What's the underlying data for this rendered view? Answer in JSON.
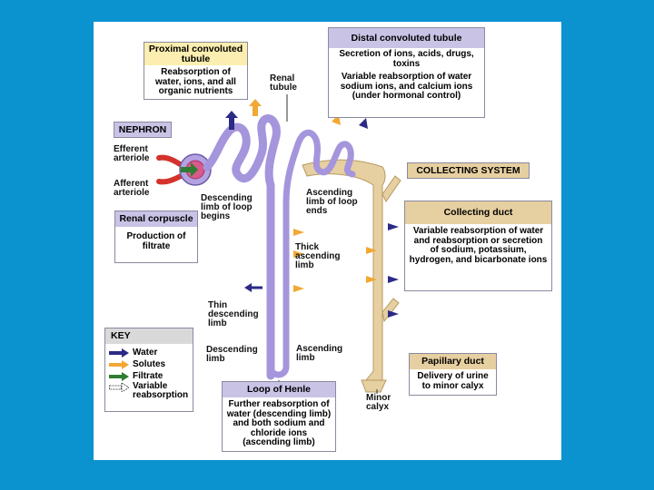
{
  "colors": {
    "background": "#0b93cf",
    "water": "#2b2a86",
    "solutes": "#f2a833",
    "filtrate": "#2e7d32",
    "tubule": "#a595dc",
    "collecting": "#e6cfa0",
    "red": "#d4322c"
  },
  "boxes": {
    "proximal": {
      "title": "Proximal convoluted tubule",
      "body": "Reabsorption of water, ions, and all organic nutrients"
    },
    "distal": {
      "title": "Distal convoluted tubule",
      "body1": "Secretion of ions, acids, drugs, toxins",
      "body2": "Variable reabsorption of water sodium ions, and calcium ions (under hormonal control)"
    },
    "nephron": {
      "title": "NEPHRON"
    },
    "collecting_system": {
      "title": "COLLECTING SYSTEM"
    },
    "collecting_duct": {
      "title": "Collecting duct",
      "body": "Variable reabsorption of water and reabsorption or secretion of sodium, potassium, hydrogen, and bicarbonate ions"
    },
    "renal_corpuscle": {
      "title": "Renal corpuscle",
      "body": "Production of filtrate"
    },
    "papillary_duct": {
      "title": "Papillary duct",
      "body": "Delivery of urine to minor calyx"
    },
    "loop_of_henle": {
      "title": "Loop of Henle",
      "body": "Further reabsorption of water (descending limb) and both sodium and chloride ions (ascending limb)"
    }
  },
  "labels": {
    "renal_tubule": "Renal tubule",
    "efferent": "Efferent arteriole",
    "afferent": "Afferent arteriole",
    "descending_begins": "Descending limb of loop begins",
    "ascending_ends": "Ascending limb of loop ends",
    "thick_ascending": "Thick ascending limb",
    "thin_descending": "Thin descending limb",
    "descending_limb": "Descending limb",
    "ascending_limb": "Ascending limb",
    "minor_calyx": "Minor calyx"
  },
  "key": {
    "title": "KEY",
    "items": [
      {
        "label": "Water",
        "icon": "water-arrow-icon"
      },
      {
        "label": "Solutes",
        "icon": "solutes-arrow-icon"
      },
      {
        "label": "Filtrate",
        "icon": "filtrate-arrow-icon"
      },
      {
        "label": "Variable reabsorption",
        "icon": "variable-reabsorption-arrow-icon"
      }
    ]
  }
}
